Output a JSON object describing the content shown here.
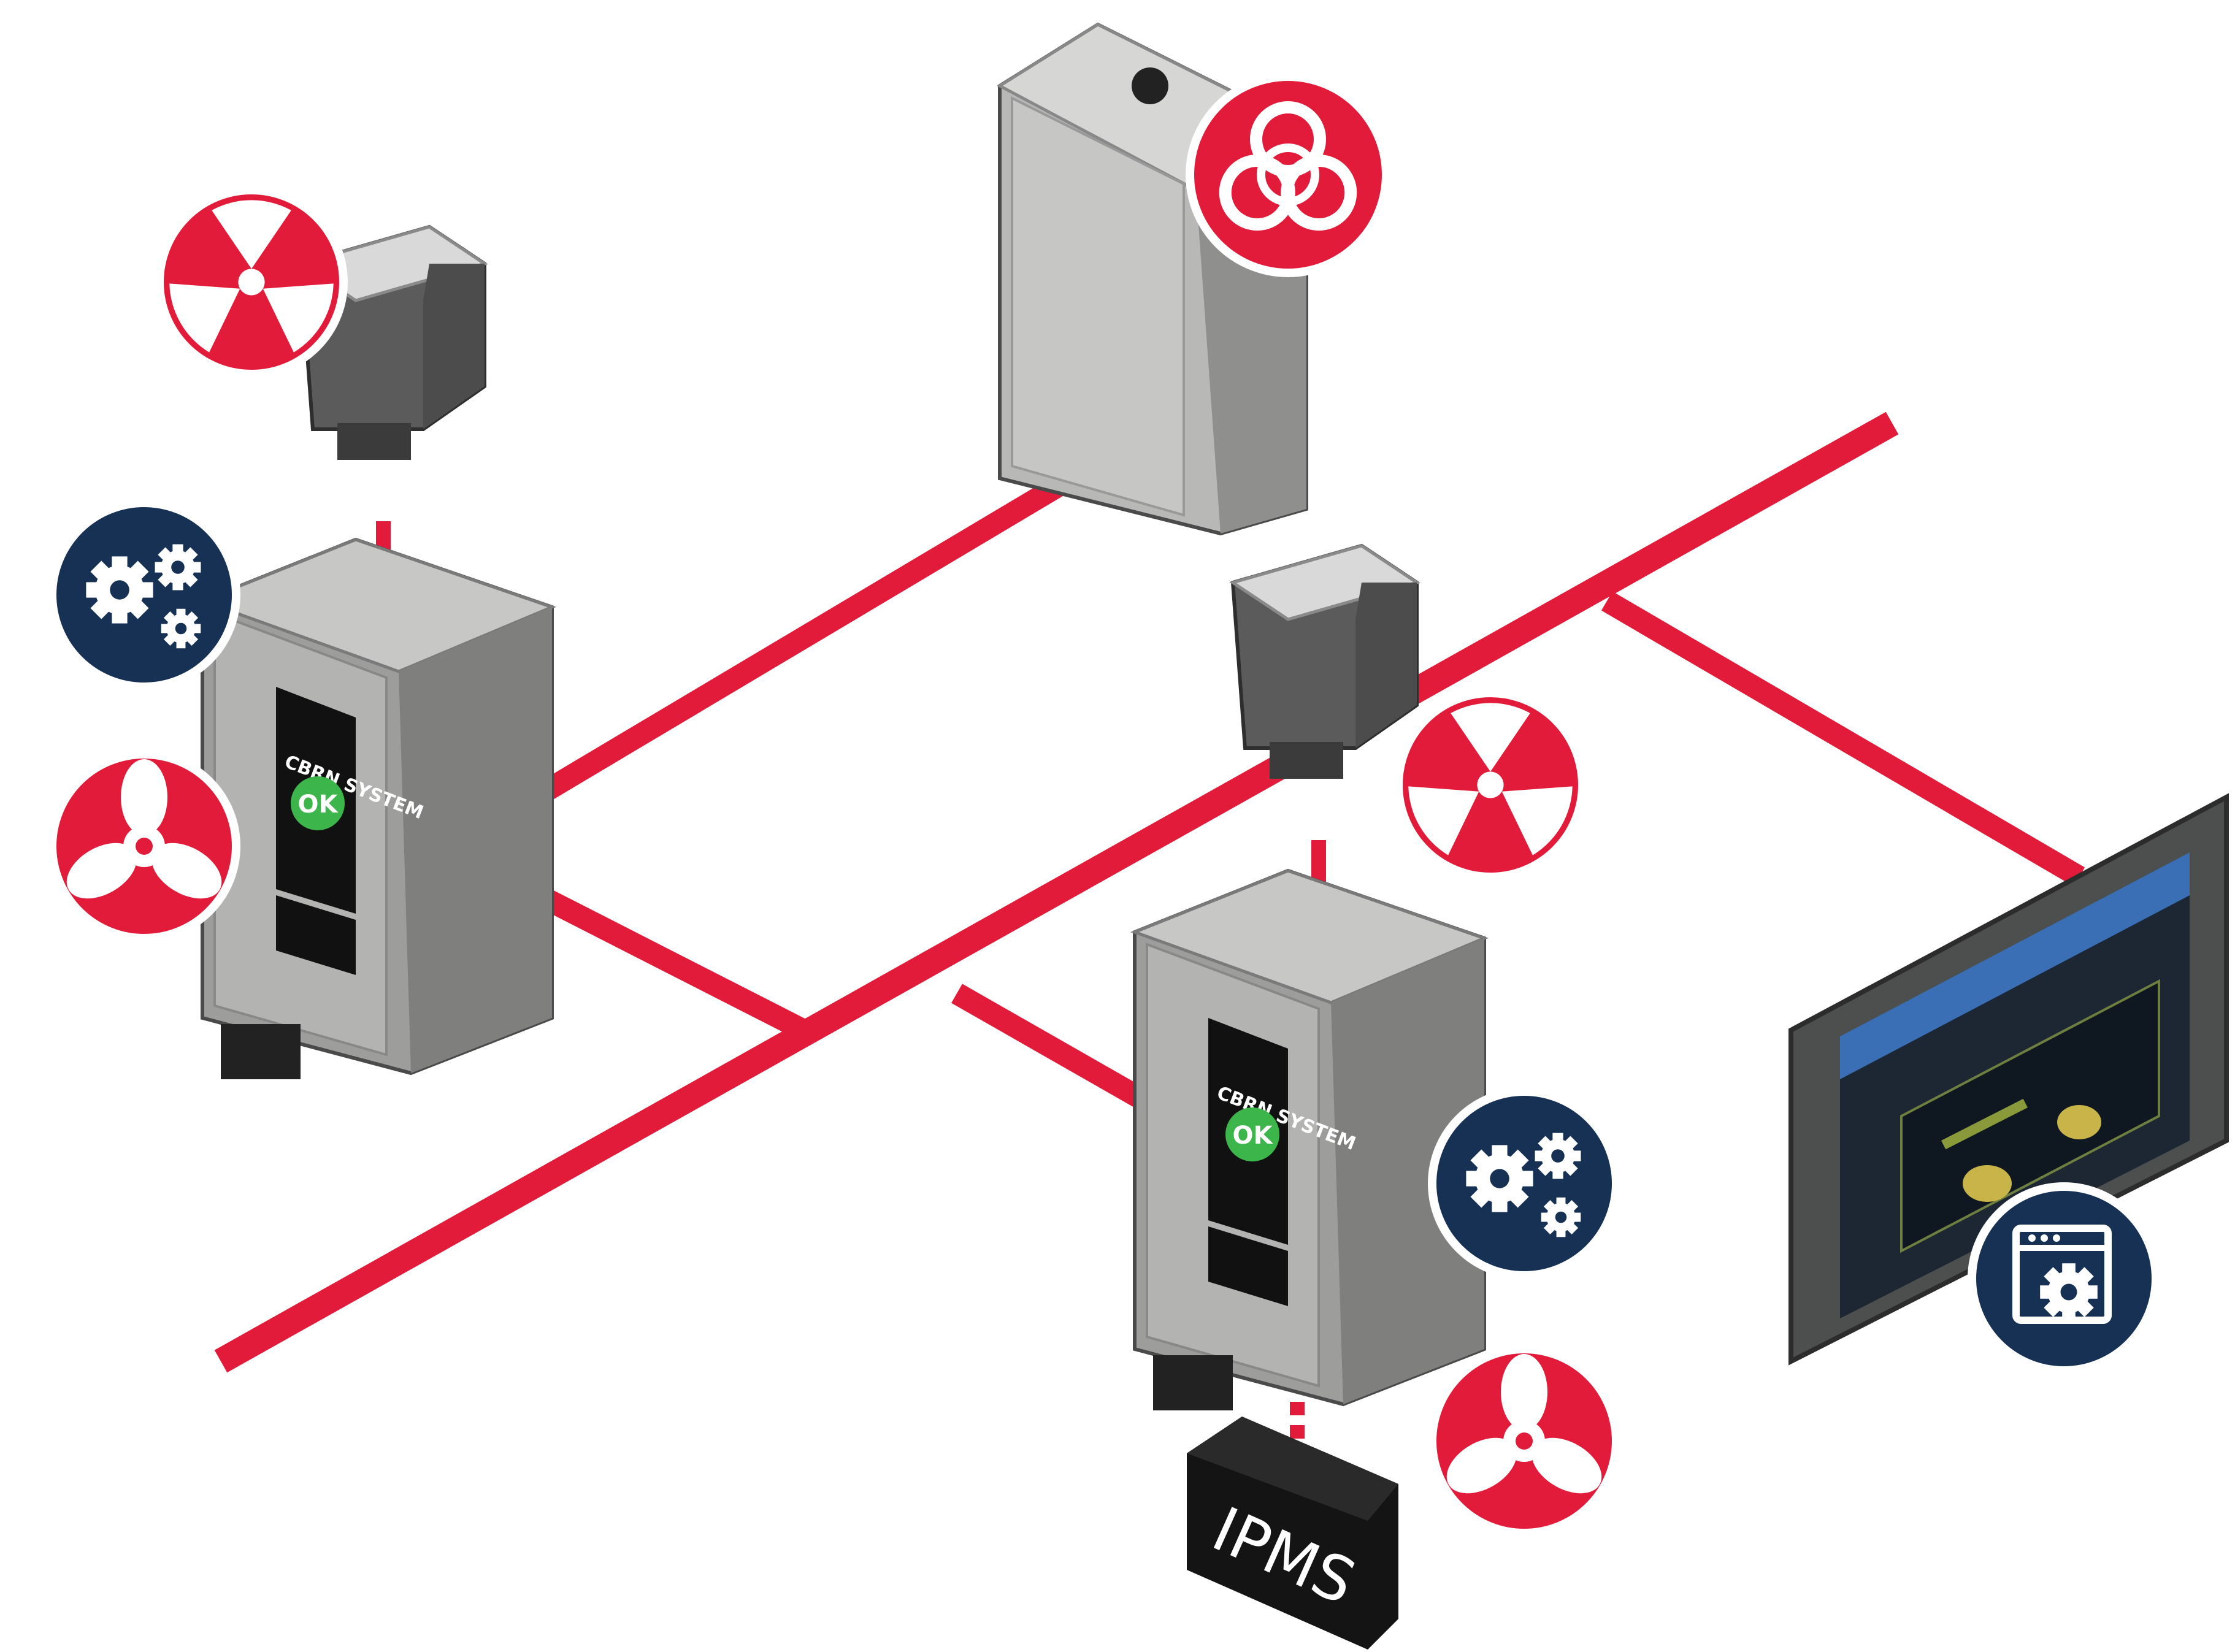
{
  "colors": {
    "network_red": "#e31b3a",
    "badge_red": "#e31b3a",
    "badge_navy": "#163154",
    "device_grey": "#a6a7a5",
    "device_dark": "#5e5f5e",
    "black_box": "#141414",
    "screen_green": "#3cb54a"
  },
  "devices": {
    "controller_left": {
      "screen_title": "CBRN SYSTEM",
      "status": "OK"
    },
    "controller_middle": {
      "screen_title": "CBRN SYSTEM",
      "status": "OK"
    }
  },
  "ipms": {
    "label": "IPMS"
  },
  "badges": {
    "biohazard": "biohazard-icon",
    "radiation_top_left": "radiation-icon",
    "radiation_middle": "radiation-icon",
    "settings_left": "gears-icon",
    "settings_middle": "gears-icon",
    "fan_left": "fan-icon",
    "fan_middle": "fan-icon",
    "software": "software-settings-icon"
  }
}
